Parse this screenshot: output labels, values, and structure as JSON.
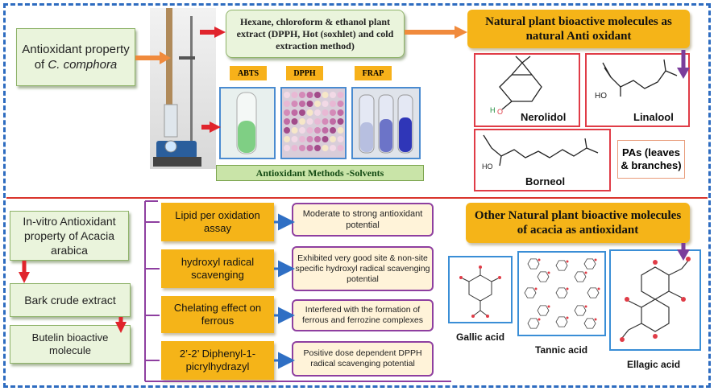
{
  "top": {
    "intro_prefix": "Antioxidant property of ",
    "intro_species": "C. comphora",
    "extract_text": "Hexane, chloroform & ethanol plant extract (DPPH, Hot (soxhlet) and cold extraction method)",
    "methods": [
      "ABTS",
      "DPPH",
      "FRAP"
    ],
    "methods_caption": "Antioxidant  Methods -Solvents",
    "bioactive_title": "Natural plant bioactive molecules as natural Anti oxidant",
    "molecules": [
      "Nerolidol",
      "Linalool",
      "Borneol"
    ],
    "pas_label": "PAs (leaves & branches)"
  },
  "bottom": {
    "intro": "In-vitro Antioxidant property of  Acacia arabica",
    "bark": "Bark  crude extract",
    "butelin": "Butelin bioactive molecule",
    "assays": [
      {
        "name": "Lipid per oxidation assay",
        "result": "Moderate to strong antioxidant potential"
      },
      {
        "name": "hydroxyl radical scavenging",
        "result": "Exhibited very good site  &  non-site  specific hydroxyl radical scavenging potential"
      },
      {
        "name": "Chelating effect on ferrous",
        "result": "Interfered with the formation of ferrous and ferrozine complexes"
      },
      {
        "name": "2’-2’ Diphenyl-1-picrylhydrazyl",
        "result": "Positive dose dependent DPPH radical scavenging potential"
      }
    ],
    "other_title": "Other  Natural plant bioactive molecules of acacia as antioxidant",
    "acids": [
      "Gallic acid",
      "Tannic acid",
      "Ellagic acid"
    ]
  },
  "colors": {
    "frame": "#2e6cc0",
    "gold": "#f5b418",
    "red_arrow": "#e0242c",
    "purple": "#8e3fa0",
    "blue_arrow": "#2f6fc4"
  }
}
